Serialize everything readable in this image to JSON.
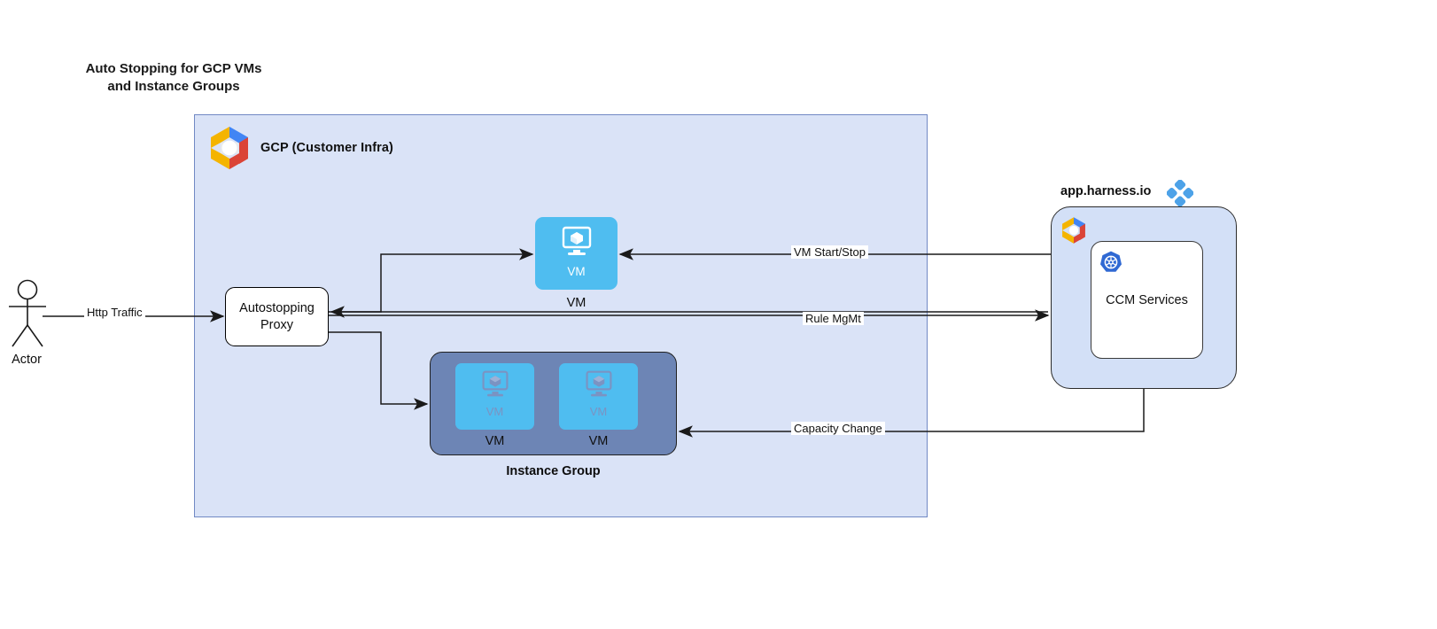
{
  "title": "Auto Stopping for GCP VMs\nand Instance Groups",
  "gcp_panel": {
    "label": "GCP (Customer Infra)",
    "logo_icon": "gcp-hexagon-icon"
  },
  "proxy": {
    "label": "Autostopping\nProxy"
  },
  "standalone_vm": {
    "inner_label": "VM",
    "caption": "VM",
    "icon": "vm-monitor-cube-icon"
  },
  "instance_group": {
    "caption": "Instance Group",
    "vms": [
      {
        "inner_label": "VM",
        "caption": "VM"
      },
      {
        "inner_label": "VM",
        "caption": "VM"
      }
    ]
  },
  "harness": {
    "label": "app.harness.io",
    "logo_icon": "harness-diamond-icon",
    "gcp_icon": "gcp-hexagon-icon",
    "ccm": {
      "label": "CCM Services",
      "icon": "kubernetes-helm-icon"
    }
  },
  "actor": {
    "caption": "Actor",
    "icon": "uml-actor-stick-figure-icon"
  },
  "edges": [
    {
      "id": "http-traffic",
      "label": "Http Traffic"
    },
    {
      "id": "vm-start-stop",
      "label": "VM Start/Stop"
    },
    {
      "id": "rule-mgmt",
      "label": "Rule MgMt"
    },
    {
      "id": "capacity-change",
      "label": "Capacity Change"
    }
  ],
  "colors": {
    "gcp_panel_bg": "#dae3f7",
    "gcp_panel_border": "#7189c4",
    "vm_blue": "#4fbdf0",
    "instance_group_bg": "#6d85b5",
    "harness_panel_bg": "#d3e0f7",
    "harness_blue": "#4da2e8",
    "kubernetes_blue": "#3069d3",
    "edge_stroke": "#1a1a1a"
  }
}
